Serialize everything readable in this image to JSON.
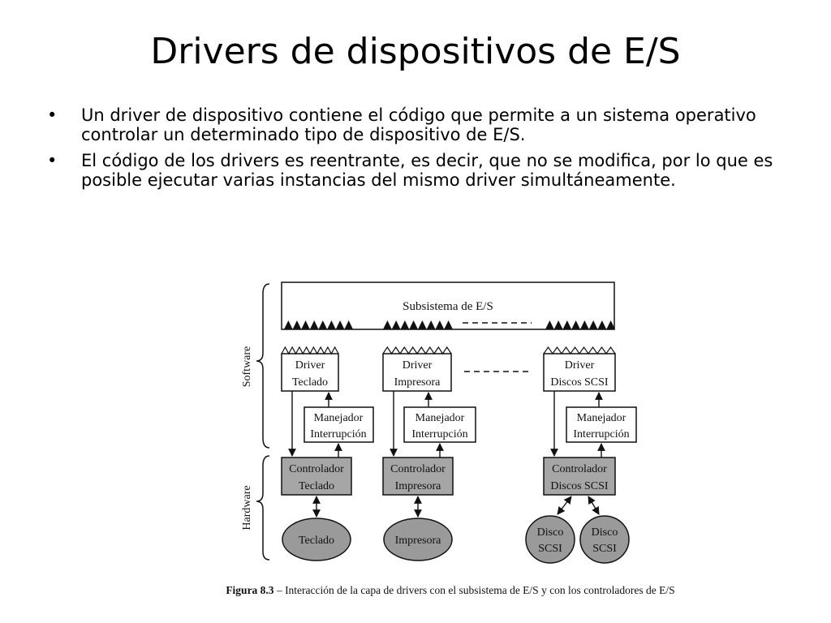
{
  "slide": {
    "title": "Drivers de dispositivos de E/S",
    "bullets": [
      "Un driver de dispositivo contiene el código que permite a un sistema operativo controlar un determinado tipo de dispositivo de E/S.",
      "El código de los drivers es reentrante, es decir, que no se modifica, por lo que es posible ejecutar varias instancias del mismo driver simultáneamente."
    ],
    "bullet_glyph": "•"
  },
  "figure": {
    "subsystem_label": "Subsistema de E/S",
    "layer_software": "Software",
    "layer_hardware": "Hardware",
    "drivers": [
      {
        "line1": "Driver",
        "line2": "Teclado"
      },
      {
        "line1": "Driver",
        "line2": "Impresora"
      },
      {
        "line1": "Driver",
        "line2": "Discos SCSI"
      }
    ],
    "handlers": [
      {
        "line1": "Manejador",
        "line2": "Interrupción"
      },
      {
        "line1": "Manejador",
        "line2": "Interrupción"
      },
      {
        "line1": "Manejador",
        "line2": "Interrupción"
      }
    ],
    "controllers": [
      {
        "line1": "Controlador",
        "line2": "Teclado"
      },
      {
        "line1": "Controlador",
        "line2": "Impresora"
      },
      {
        "line1": "Controlador",
        "line2": "Discos SCSI"
      }
    ],
    "devices": {
      "keyboard": "Teclado",
      "printer": "Impresora",
      "disk1": {
        "line1": "Disco",
        "line2": "SCSI"
      },
      "disk2": {
        "line1": "Disco",
        "line2": "SCSI"
      }
    },
    "caption_bold": "Figura 8.3",
    "caption_text": " – Interacción de la capa de drivers con el subsistema de E/S y con los controladores de E/S",
    "colors": {
      "hardware_fill": "#a6a6a6",
      "device_fill": "#9a9a9a",
      "ink": "#111111"
    }
  }
}
